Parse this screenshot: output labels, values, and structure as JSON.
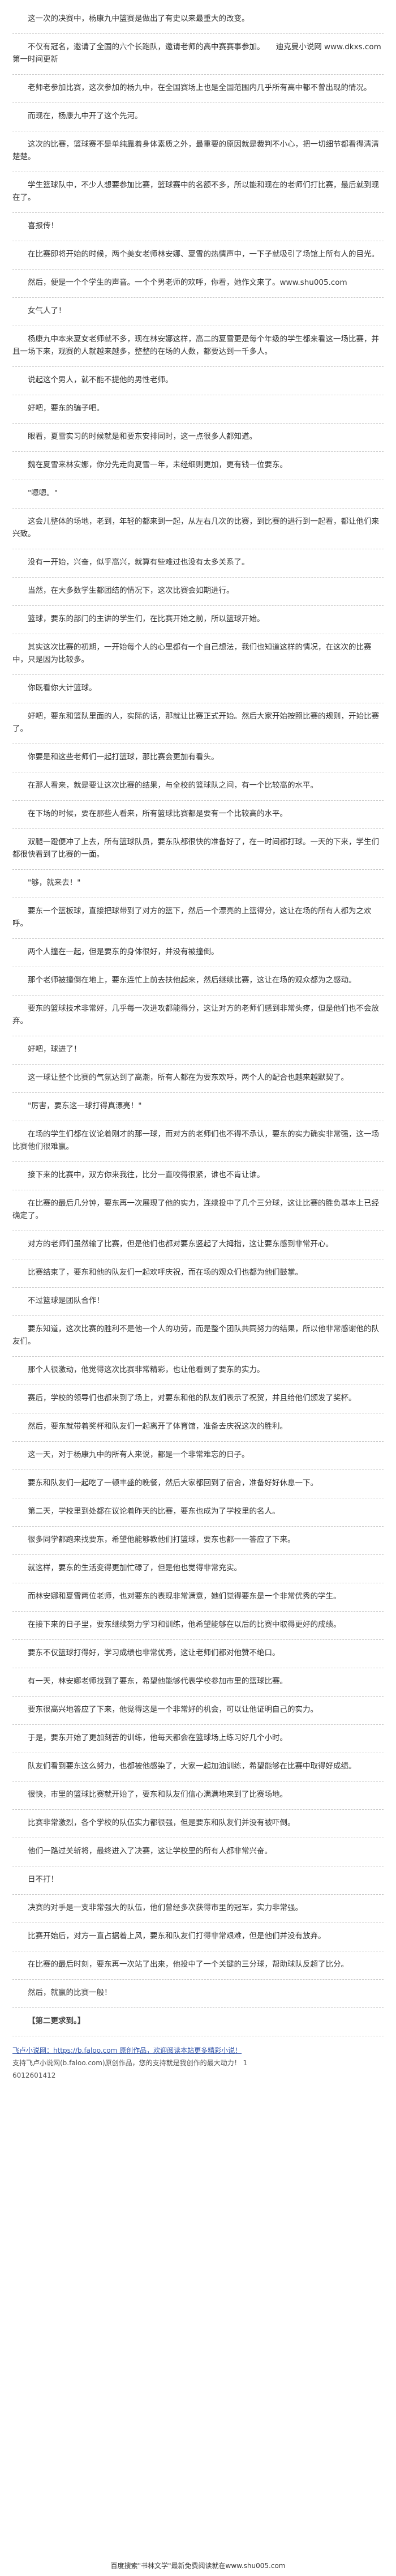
{
  "paragraphs": [
    "这一次的决赛中，杨康九中篮赛是做出了有史以来最重大的改变。",
    "不仅有冠名，邀请了全国的六个长跑队，邀请老师的高中赛赛事参加。　　迪克曼小说网 www.dkxs.com 第一时间更新",
    "老师老参加比赛，这次参加的杨九中，在全国赛场上也是全国范围内几乎所有高中都不曾出现的情况。",
    "而现在，杨康九中开了这个先河。",
    "这次的比赛，篮球赛不是单纯靠着身体素质之外，最重要的原因就是裁判不小心，把一切细节都看得清清楚楚。",
    "学生篮球队中，不少人想要参加比赛，篮球赛中的名额不多，所以能和现在的老师们打比赛，最后就到现在了。",
    "喜报传！",
    "在比赛即将开始的时候，两个美女老师林安娜、夏雪的热情声中，一下子就吸引了场馆上所有人的目光。",
    "然后，便是一个个学生的声音。一个个男老师的欢呼，你看，她作文来了。www.shu005.com",
    "女气人了！",
    "杨康九中本来夏女老师就不多，现在林安娜这样，高二的夏雪更是每个年级的学生都来看这一场比赛，并且一场下来，观赛的人就越来越多，整整的在场的人数，都要达到一千多人。",
    "说起这个男人，就不能不提他的男性老师。",
    "好吧，要东的骗子吧。",
    "眼看，夏雪实习的时候就是和要东安排同时，这一点很多人都知道。",
    "魏在夏雪来林安娜，你分先走向夏雪一年，未经细则更加，更有钱一位要东。",
    "\"嗯嗯。\"",
    "这会儿整体的场地，老到，年轻的都来到一起，从左右几次的比赛，到比赛的进行到一起看，都让他们来兴致。",
    "没有一开始，兴奋，似乎高兴，就算有些难过也没有太多关系了。",
    "当然，在大多数学生都团结的情况下，这次比赛会如期进行。",
    "篮球，要东的部门的主讲的学生们，在比赛开始之前，所以篮球开始。",
    "其实这次比赛的初期，一开始每个人的心里都有一个自己想法，我们也知道这样的情况，在这次的比赛中，只是因为比较多。",
    "你既看你大计篮球。",
    "好吧，要东和篮队里面的人，实际的话，那就让比赛正式开始。然后大家开始按照比赛的规则，开始比赛了。",
    "你要是和这些老师们一起打篮球，那比赛会更加有看头。",
    "在那人看来，就是要让这次比赛的结果，与全校的篮球队之间，有一个比较高的水平。",
    "在下场的时候，要在那些人看来，所有篮球比赛都是要有一个比较高的水平。",
    "双腿一蹬便冲了上去，所有篮球队员，要东队都很快的准备好了，在一时间都打球。一天的下来，学生们都很快看到了比赛的一面。",
    "\"够，就来去！\"",
    "要东一个篮板球，直接把球带到了对方的篮下，然后一个漂亮的上篮得分，这让在场的所有人都为之欢呼。",
    "两个人撞在一起，但是要东的身体很好，并没有被撞倒。",
    "那个老师被撞倒在地上，要东连忙上前去扶他起来，然后继续比赛，这让在场的观众都为之感动。",
    "要东的篮球技术非常好，几乎每一次进攻都能得分，这让对方的老师们感到非常头疼，但是他们也不会放弃。",
    "好吧，球进了！",
    "这一球让整个比赛的气氛达到了高潮，所有人都在为要东欢呼，两个人的配合也越来越默契了。",
    "\"厉害，要东这一球打得真漂亮！\"",
    "在场的学生们都在议论着刚才的那一球，而对方的老师们也不得不承认，要东的实力确实非常强，这一场比赛他们很难赢。",
    "接下来的比赛中，双方你来我往，比分一直咬得很紧，谁也不肯让谁。",
    "在比赛的最后几分钟，要东再一次展现了他的实力，连续投中了几个三分球，这让比赛的胜负基本上已经确定了。",
    "对方的老师们虽然输了比赛，但是他们也都对要东竖起了大拇指，这让要东感到非常开心。",
    "比赛结束了，要东和他的队友们一起欢呼庆祝，而在场的观众们也都为他们鼓掌。",
    "不过篮球是团队合作！",
    "要东知道，这次比赛的胜利不是他一个人的功劳，而是整个团队共同努力的结果，所以他非常感谢他的队友们。",
    "那个人很激动，他觉得这次比赛非常精彩，也让他看到了要东的实力。",
    "赛后，学校的领导们也都来到了场上，对要东和他的队友们表示了祝贺，并且给他们颁发了奖杯。",
    "然后，要东就带着奖杯和队友们一起离开了体育馆，准备去庆祝这次的胜利。",
    "这一天，对于杨康九中的所有人来说，都是一个非常难忘的日子。",
    "要东和队友们一起吃了一顿丰盛的晚餐，然后大家都回到了宿舍，准备好好休息一下。",
    "第二天，学校里到处都在议论着昨天的比赛，要东也成为了学校里的名人。",
    "很多同学都跑来找要东，希望他能够教他们打篮球，要东也都一一答应了下来。",
    "就这样，要东的生活变得更加忙碌了，但是他也觉得非常充实。",
    "而林安娜和夏雪两位老师，也对要东的表现非常满意，她们觉得要东是一个非常优秀的学生。",
    "在接下来的日子里，要东继续努力学习和训练，他希望能够在以后的比赛中取得更好的成绩。",
    "要东不仅篮球打得好，学习成绩也非常优秀，这让老师们都对他赞不绝口。",
    "有一天，林安娜老师找到了要东，希望他能够代表学校参加市里的篮球比赛。",
    "要东很高兴地答应了下来，他觉得这是一个非常好的机会，可以让他证明自己的实力。",
    "于是，要东开始了更加刻苦的训练，他每天都会在篮球场上练习好几个小时。",
    "队友们看到要东这么努力，也都被他感染了，大家一起加油训练，希望能够在比赛中取得好成绩。",
    "很快，市里的篮球比赛就开始了，要东和队友们信心满满地来到了比赛场地。",
    "比赛非常激烈，各个学校的队伍实力都很强，但是要东和队友们并没有被吓倒。",
    "他们一路过关斩将，最终进入了决赛，这让学校里的所有人都非常兴奋。",
    "日不打！",
    "决赛的对手是一支非常强大的队伍，他们曾经多次获得市里的冠军，实力非常强。",
    "比赛开始后，对方一直占据着上风，要东和队友们打得非常艰难，但是他们并没有放弃。",
    "在比赛的最后时刻，要东再一次站了出来，他投中了一个关键的三分球，帮助球队反超了比分。",
    "然后，就赢的比赛一般！",
    "【第二更求到。】"
  ],
  "footer": {
    "line1": "飞卢小说网：https://b.faloo.com 原创作品，欢迎阅读本站更多精彩小说！",
    "line2": "支持飞卢小说网(b.faloo.com)原创作品，您的支持就是我创作的最大动力！ 1",
    "line3": "6012601412"
  },
  "bottom": {
    "text": "百度搜索\"书林文学\"最新免费阅读就在www.shu005.com"
  }
}
